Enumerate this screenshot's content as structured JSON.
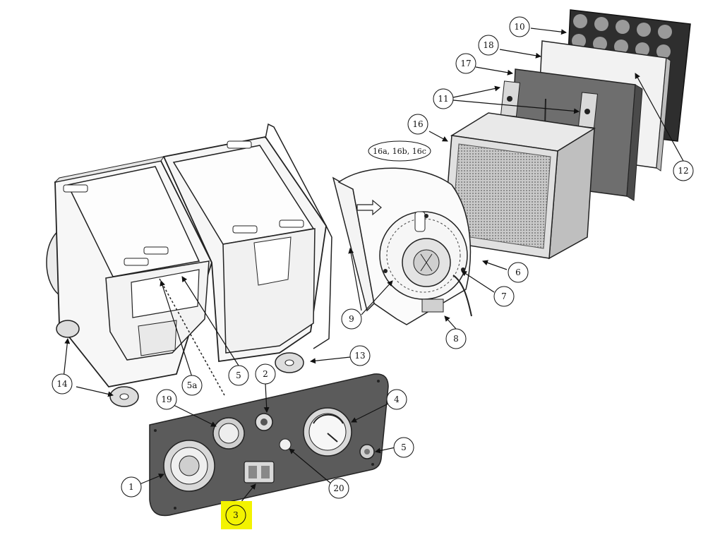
{
  "callouts": {
    "c1": "1",
    "c2": "2",
    "c3": "3",
    "c4": "4",
    "c5a_panel": "5",
    "c5_body": "5",
    "c5a": "5a",
    "c6": "6",
    "c7": "7",
    "c8": "8",
    "c9": "9",
    "c10": "10",
    "c11": "11",
    "c12": "12",
    "c13": "13",
    "c14": "14",
    "c16": "16",
    "c16abc": "16a, 16b, 16c",
    "c17": "17",
    "c18": "18",
    "c19": "19",
    "c20": "20"
  },
  "colors": {
    "highlight": "#f3f300",
    "panel": "#5b5b5b",
    "filter_dark": "#3a3a3a",
    "filter_mid": "#707070",
    "prefilter": "#f2f2f2"
  }
}
